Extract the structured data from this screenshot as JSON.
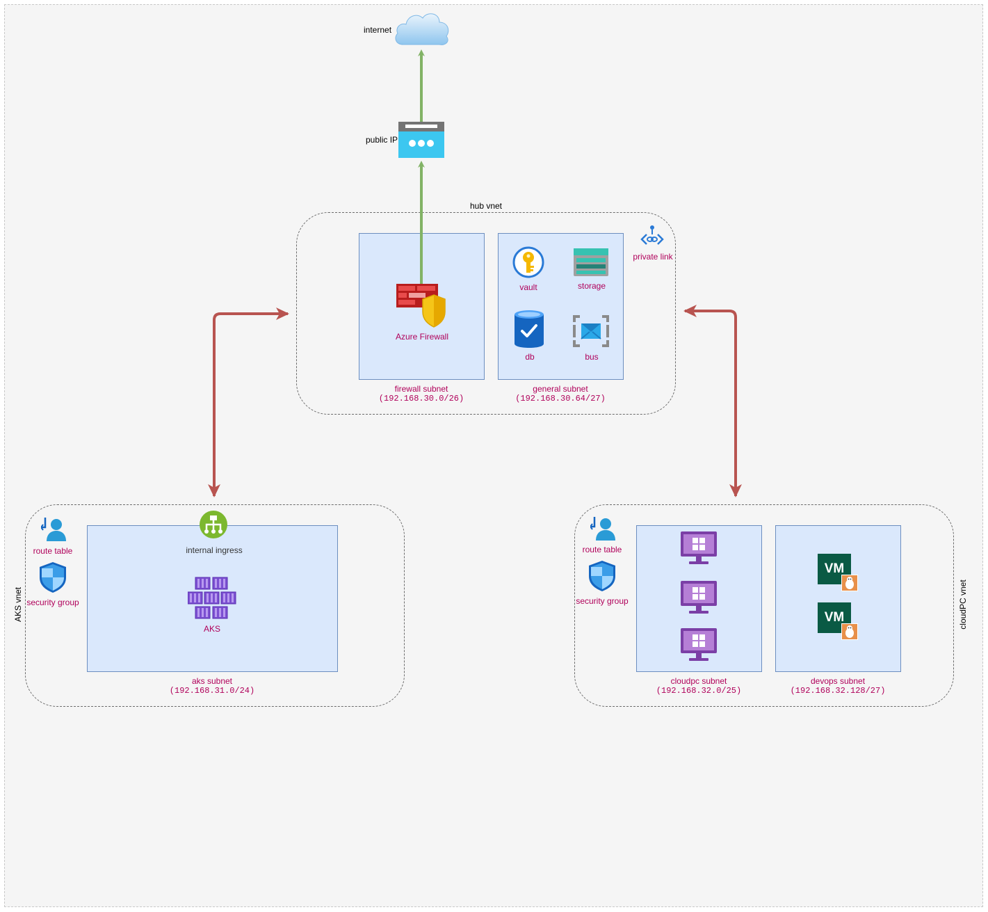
{
  "internet": {
    "label": "internet"
  },
  "public_ip": {
    "label": "public IP"
  },
  "hub_vnet": {
    "label": "hub vnet",
    "firewall_subnet": {
      "name": "firewall subnet",
      "cidr": "(192.168.30.0/26)",
      "firewall_label": "Azure Firewall"
    },
    "general_subnet": {
      "name": "general subnet",
      "cidr": "(192.168.30.64/27)",
      "vault_label": "vault",
      "storage_label": "storage",
      "db_label": "db",
      "bus_label": "bus"
    },
    "private_link_label": "private link"
  },
  "aks_vnet": {
    "label": "AKS vnet",
    "route_table_label": "route table",
    "security_group_label": "security group",
    "aks_subnet": {
      "name": "aks subnet",
      "cidr": "(192.168.31.0/24)",
      "ingress_label": "internal ingress",
      "aks_label": "AKS"
    }
  },
  "cloudpc_vnet": {
    "label": "cloudPC vnet",
    "route_table_label": "route table",
    "security_group_label": "security group",
    "cloudpc_subnet": {
      "name": "cloudpc subnet",
      "cidr": "(192.168.32.0/25)"
    },
    "devops_subnet": {
      "name": "devops subnet",
      "cidr": "(192.168.32.128/27)",
      "vm_text": "VM"
    }
  },
  "colors": {
    "egress_arrow": "#82b366",
    "peering_arrow": "#b85450",
    "subnet_fill": "#dae8fc",
    "subnet_border": "#6c8ebf",
    "label_pink": "#b0005a"
  },
  "icons": [
    "cloud-icon",
    "public-ip-icon",
    "firewall-icon",
    "key-vault-icon",
    "storage-icon",
    "database-icon",
    "service-bus-icon",
    "private-link-icon",
    "route-table-icon",
    "security-group-icon",
    "ingress-icon",
    "aks-icon",
    "windows-vm-icon",
    "linux-vm-icon"
  ]
}
